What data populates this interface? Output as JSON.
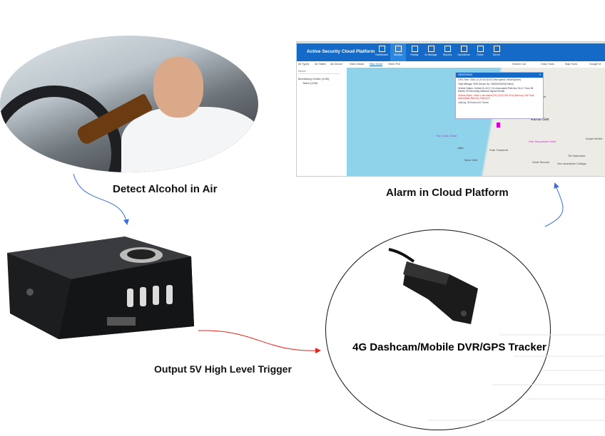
{
  "captions": {
    "detect": "Detect Alcohol in Air",
    "alarm": "Alarm in Cloud Platform",
    "output": "Output 5V High Level Trigger",
    "dashcam": "4G Dashcam/Mobile DVR/GPS Tracker"
  },
  "platform": {
    "title": "Active Security Cloud Platform",
    "nav": [
      "Dashboard",
      "Monitor",
      "Replay",
      "AI Manage",
      "Reports",
      "Operations",
      "Rules",
      "Server"
    ],
    "filters": [
      "All Types",
      "All States",
      "All Device"
    ],
    "modes": [
      "Video Mode",
      "Map Mode",
      "Video Poll"
    ],
    "tools": [
      "Search Car",
      "Draw Tools",
      "Map Tools",
      "Google M"
    ],
    "search_placeholder": "Search",
    "tree": [
      "Monitoring Center (1/30)",
      "Team (1/30)"
    ],
    "popup": {
      "id": "00000000000",
      "rows": [
        "GPS Time: 2024-12-20 15:33:01   Drive speed: 0KM/H(North)",
        "Total Mileage: 0KM   Device No: 00000000000(Online)",
        "Vehicle Status: Online,HL,ACC On,Unoccupied,Park Acc On,17 Hour 36 Minute 39 Second(s),Network Signal Normal"
      ],
      "alarm": "Vehicle Alarm: Video Loss Alarm(CH1,CH2,CH3,CH4),Memory Cell Fault Alarm(Main Memory Failure),5",
      "latlng": "Lat/Lng: 32.0xxxxx,34.7xxxxx"
    },
    "map_labels": [
      "Ramat Gan",
      "Bnei Brak",
      "The Clock Tower",
      "Kfar Maccabiah Hotel",
      "Givat Shmuel",
      "Tel Hashomer",
      "Ono Academic College",
      "Park Tzameret",
      "Neve Ofer",
      "Jaffa",
      "Kiryat Krinitsi"
    ]
  },
  "colors": {
    "arrow_blue": "#3a6fd8",
    "arrow_red": "#e8231c",
    "platform_blue": "#1569c7"
  }
}
